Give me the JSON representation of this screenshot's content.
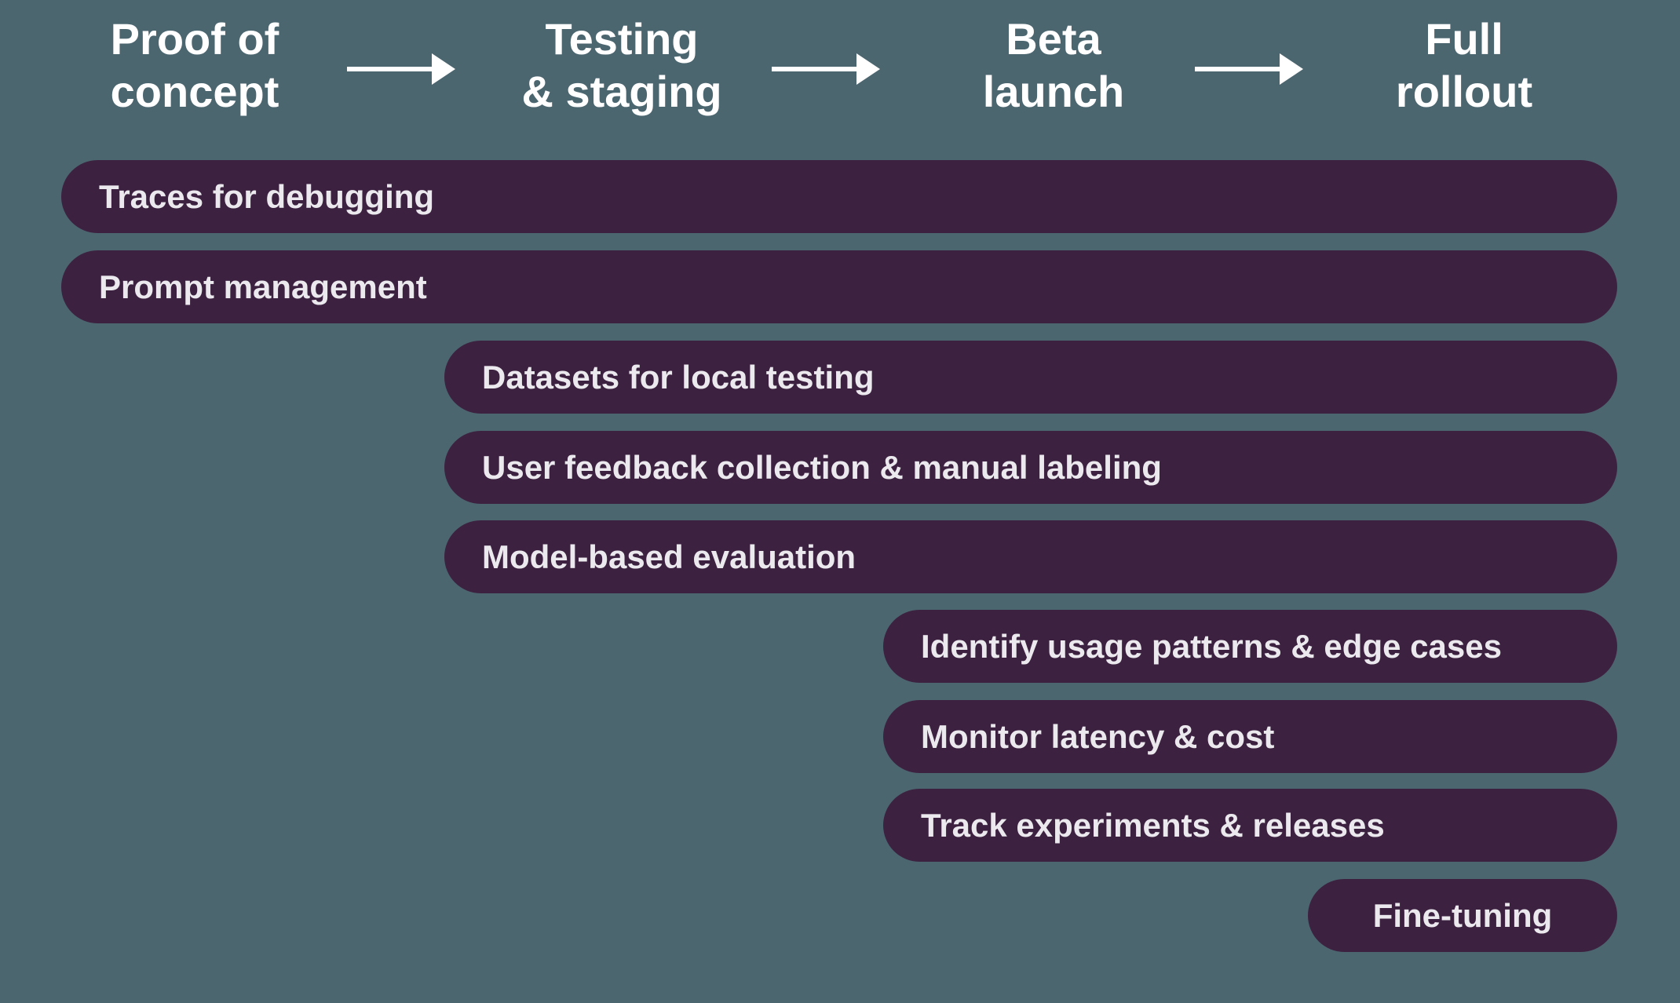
{
  "colors": {
    "background": "#4C6670",
    "bar_fill": "#3C2240",
    "bar_text": "#ECE9EE",
    "header_text": "#FFFFFF",
    "arrow": "#FFFFFF"
  },
  "phases": [
    {
      "name": "Proof of concept",
      "line1": "Proof of",
      "line2": "concept"
    },
    {
      "name": "Testing & staging",
      "line1": "Testing",
      "line2": "& staging"
    },
    {
      "name": "Beta launch",
      "line1": "Beta",
      "line2": "launch"
    },
    {
      "name": "Full rollout",
      "line1": "Full",
      "line2": "rollout"
    }
  ],
  "bars": [
    {
      "label": "Traces for debugging",
      "starts_at": "Proof of concept",
      "ends_at": "Full rollout"
    },
    {
      "label": "Prompt management",
      "starts_at": "Proof of concept",
      "ends_at": "Full rollout"
    },
    {
      "label": "Datasets for local testing",
      "starts_at": "Testing & staging",
      "ends_at": "Full rollout"
    },
    {
      "label": "User feedback collection & manual labeling",
      "starts_at": "Testing & staging",
      "ends_at": "Full rollout"
    },
    {
      "label": "Model-based evaluation",
      "starts_at": "Testing & staging",
      "ends_at": "Full rollout"
    },
    {
      "label": "Identify usage patterns & edge cases",
      "starts_at": "Beta launch",
      "ends_at": "Full rollout"
    },
    {
      "label": "Monitor latency & cost",
      "starts_at": "Beta launch",
      "ends_at": "Full rollout"
    },
    {
      "label": "Track experiments & releases",
      "starts_at": "Beta launch",
      "ends_at": "Full rollout"
    },
    {
      "label": "Fine-tuning",
      "starts_at": "Full rollout",
      "ends_at": "Full rollout"
    }
  ]
}
